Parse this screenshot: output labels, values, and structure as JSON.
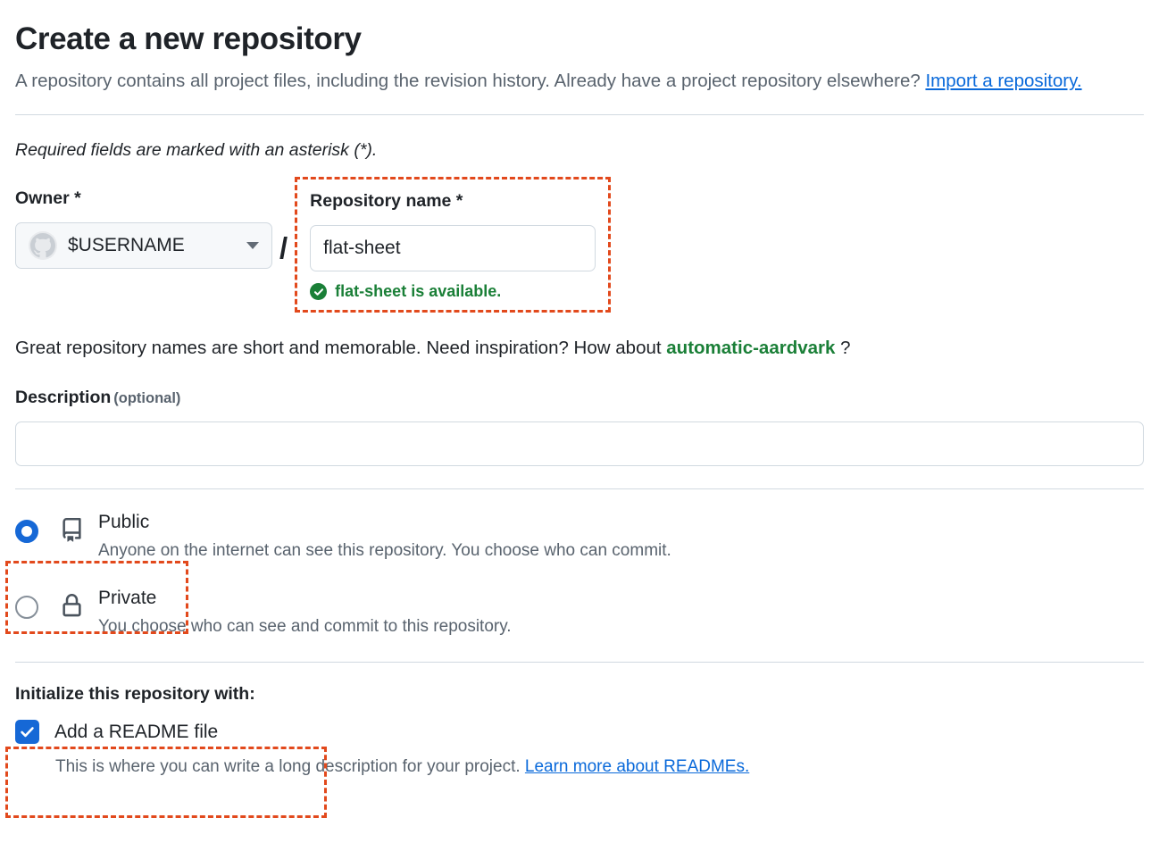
{
  "header": {
    "title": "Create a new repository",
    "description_part1": "A repository contains all project files, including the revision history. Already have a project repository elsewhere? ",
    "import_link": "Import a repository."
  },
  "required_note": "Required fields are marked with an asterisk (*).",
  "owner": {
    "label": "Owner *",
    "value": "$USERNAME",
    "avatar_icon": "github-octocat-icon",
    "chevron_icon": "chevron-down-icon"
  },
  "separator": "/",
  "repository_name": {
    "label": "Repository name *",
    "value": "flat-sheet",
    "placeholder": "",
    "availability_icon": "check-circle-icon",
    "availability_text": "flat-sheet is available.",
    "highlighted": true
  },
  "inspiration": {
    "prefix": "Great repository names are short and memorable. Need inspiration? How about ",
    "suggestion": "automatic-aardvark",
    "suffix": " ?"
  },
  "description": {
    "label": "Description",
    "optional_label": "(optional)",
    "value": "",
    "placeholder": ""
  },
  "visibility": {
    "options": [
      {
        "id": "public",
        "title": "Public",
        "description": "Anyone on the internet can see this repository. You choose who can commit.",
        "icon": "repo-book-icon",
        "selected": true,
        "highlighted": true
      },
      {
        "id": "private",
        "title": "Private",
        "description": "You choose who can see and commit to this repository.",
        "icon": "lock-icon",
        "selected": false,
        "highlighted": false
      }
    ]
  },
  "initialize": {
    "title": "Initialize this repository with:",
    "readme": {
      "label": "Add a README file",
      "checked": true,
      "checkbox_icon": "checkmark-icon",
      "help_text": "This is where you can write a long description for your project. ",
      "help_link": "Learn more about READMEs."
    },
    "highlighted": true
  },
  "colors": {
    "accent_blue": "#0969da",
    "radio_blue": "#1668d6",
    "success_green": "#1a7f37",
    "highlight_orange": "#e2491c",
    "muted_text": "#59636e",
    "border": "#d1d9e0"
  }
}
